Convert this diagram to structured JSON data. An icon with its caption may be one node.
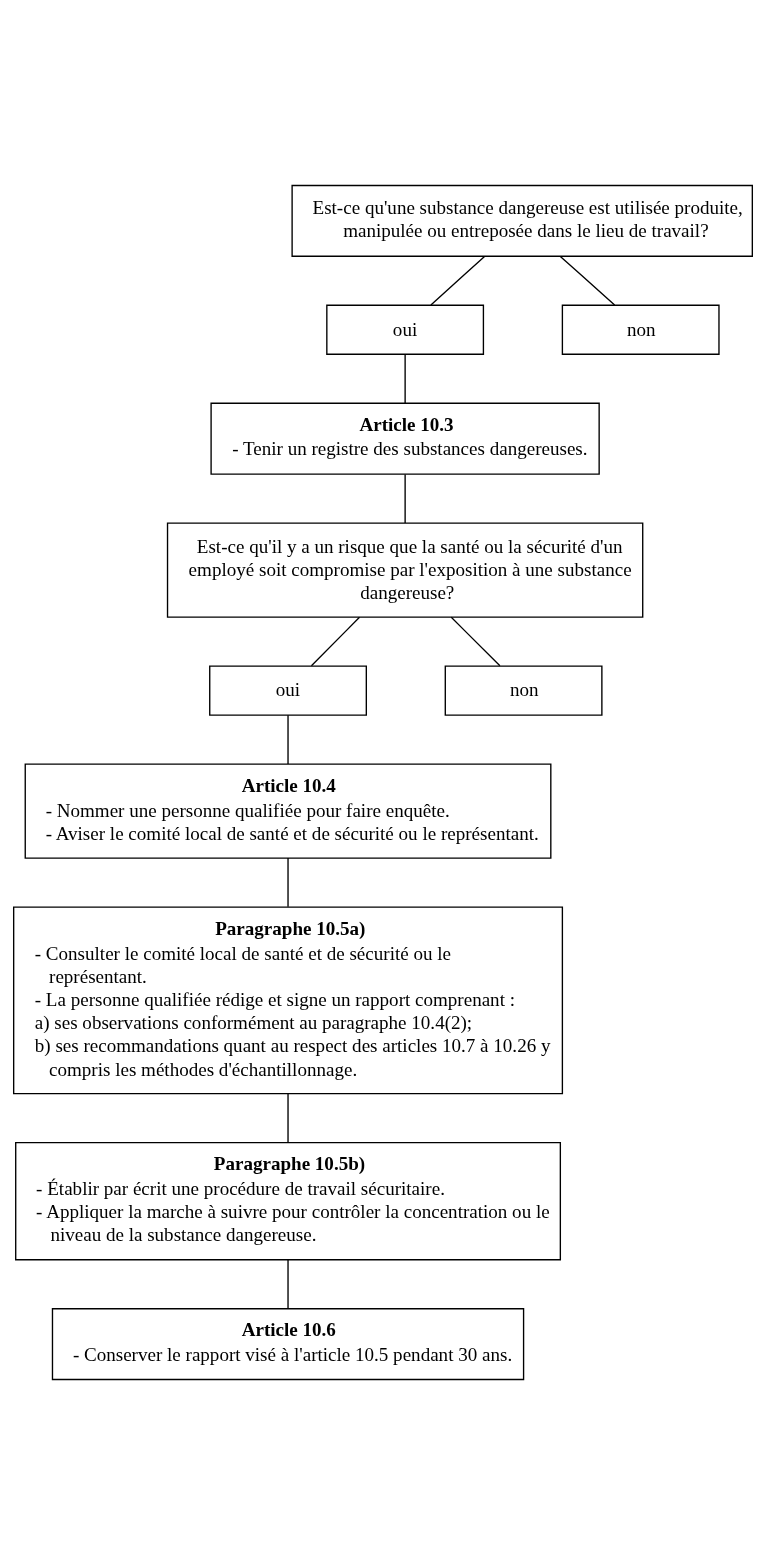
{
  "diagram": {
    "nodes": [
      {
        "text": [
          "Est-ce qu'une substance dangereuse est utilisée produite, manipulée ou entreposée dans le lieu de travail?"
        ]
      },
      {
        "text": [
          "oui"
        ]
      },
      {
        "text": [
          "non"
        ]
      },
      {
        "text": [
          "Article 10.3",
          "- Tenir un registre des substances dangereuses."
        ]
      },
      {
        "text": [
          "Est-ce qu'il y a un risque que la santé ou la sécurité d'un employé soit compromise par l'exposition à une substance dangereuse?"
        ]
      },
      {
        "text": [
          "oui"
        ]
      },
      {
        "text": [
          "non"
        ]
      },
      {
        "text": [
          "Article 10.4",
          "- Nommer une personne qualifiée pour faire enquête.",
          "- Aviser le comité local de santé et de sécurité ou le représentant."
        ]
      },
      {
        "text": [
          "Paragraphe 10.5a)",
          "- Consulter le comité local de santé et de sécurité ou le représentant.",
          "- La personne qualifiée rédige et signe un rapport comprenant :",
          "a) ses observations conformément au paragraphe 10.4(2);",
          "b) ses recommandations quant au respect des articles 10.7 à 10.26 y compris les méthodes d'échantillonnage."
        ]
      },
      {
        "text": [
          "Paragraphe 10.5b)",
          "- Établir par écrit une procédure de travail sécuritaire.",
          "- Appliquer la marche à suivre pour contrôler la concentration ou le niveau de la substance dangereuse."
        ]
      },
      {
        "text": [
          "Article 10.6",
          "- Conserver le rapport visé à l'article 10.5 pendant 30 ans."
        ]
      }
    ],
    "edges": [
      {
        "from": 0,
        "to": 1,
        "arrow": "none"
      },
      {
        "from": 0,
        "to": 2,
        "arrow": "none"
      },
      {
        "from": 1,
        "to": 3,
        "arrow": "none"
      },
      {
        "from": 3,
        "to": 4,
        "arrow": "none"
      },
      {
        "from": 4,
        "to": 5,
        "arrow": "none"
      },
      {
        "from": 4,
        "to": 6,
        "arrow": "none"
      },
      {
        "from": 5,
        "to": 7,
        "arrow": "none"
      },
      {
        "from": 7,
        "to": 8,
        "arrow": "none"
      },
      {
        "from": 8,
        "to": 9,
        "arrow": "none"
      },
      {
        "from": 9,
        "to": 10,
        "arrow": "none"
      }
    ]
  }
}
